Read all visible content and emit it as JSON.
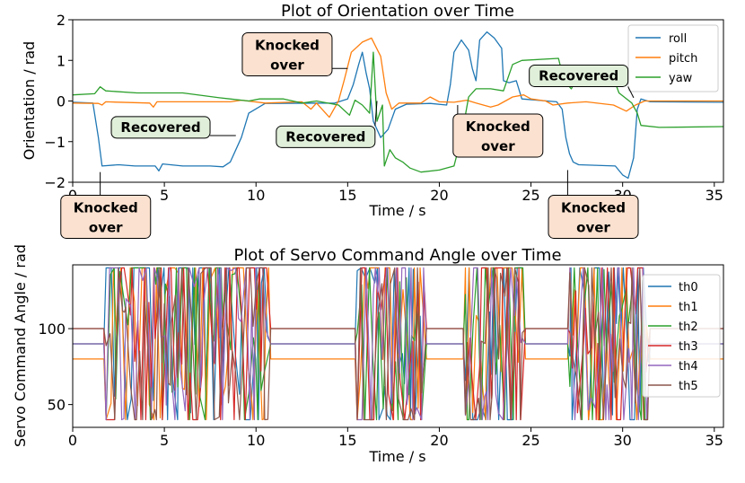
{
  "chart_data": [
    {
      "type": "line",
      "title": "Plot of Orientation over Time",
      "xlabel": "Time / s",
      "ylabel": "Orientation / rad",
      "xlim": [
        0,
        35.5
      ],
      "ylim": [
        -2,
        2
      ],
      "xticks": [
        0,
        5,
        10,
        15,
        20,
        25,
        30,
        35
      ],
      "yticks": [
        -2,
        -1,
        0,
        1,
        2
      ],
      "grid": false,
      "legend": "top-right",
      "series": [
        {
          "name": "roll",
          "color": "#1f77b4",
          "points": [
            [
              0,
              -0.03
            ],
            [
              1.1,
              -0.05
            ],
            [
              1.4,
              -0.9
            ],
            [
              1.6,
              -1.6
            ],
            [
              2.5,
              -1.57
            ],
            [
              3.4,
              -1.6
            ],
            [
              4.5,
              -1.6
            ],
            [
              4.7,
              -1.72
            ],
            [
              4.9,
              -1.55
            ],
            [
              6,
              -1.6
            ],
            [
              7.5,
              -1.6
            ],
            [
              8.2,
              -1.62
            ],
            [
              8.6,
              -1.5
            ],
            [
              9.2,
              -0.9
            ],
            [
              9.6,
              -0.3
            ],
            [
              10.5,
              -0.06
            ],
            [
              14.3,
              -0.05
            ],
            [
              15.0,
              0.05
            ],
            [
              15.3,
              0.4
            ],
            [
              15.6,
              0.9
            ],
            [
              15.8,
              1.2
            ],
            [
              16.0,
              0.7
            ],
            [
              16.2,
              0.3
            ],
            [
              16.4,
              -0.5
            ],
            [
              16.8,
              -0.9
            ],
            [
              17.2,
              -0.7
            ],
            [
              17.6,
              -0.2
            ],
            [
              18.2,
              -0.08
            ],
            [
              19.5,
              -0.06
            ],
            [
              20.4,
              -0.1
            ],
            [
              20.6,
              0.4
            ],
            [
              20.8,
              1.2
            ],
            [
              21.2,
              1.5
            ],
            [
              21.6,
              1.25
            ],
            [
              21.8,
              0.8
            ],
            [
              22,
              0.5
            ],
            [
              22.2,
              1.5
            ],
            [
              22.6,
              1.7
            ],
            [
              23.0,
              1.55
            ],
            [
              23.4,
              1.3
            ],
            [
              23.5,
              0.5
            ],
            [
              23.8,
              0.45
            ],
            [
              24.2,
              0.5
            ],
            [
              24.5,
              0.05
            ],
            [
              26.4,
              -0.02
            ],
            [
              26.7,
              -0.2
            ],
            [
              26.9,
              -0.9
            ],
            [
              27.1,
              -1.3
            ],
            [
              27.3,
              -1.5
            ],
            [
              27.6,
              -1.57
            ],
            [
              29.6,
              -1.6
            ],
            [
              30.0,
              -1.82
            ],
            [
              30.3,
              -1.9
            ],
            [
              30.6,
              -1.4
            ],
            [
              30.8,
              -0.2
            ],
            [
              31.0,
              0.05
            ],
            [
              31.5,
              -0.02
            ],
            [
              35.5,
              -0.03
            ]
          ]
        },
        {
          "name": "pitch",
          "color": "#ff7f0e",
          "points": [
            [
              0,
              -0.05
            ],
            [
              1.4,
              -0.06
            ],
            [
              1.6,
              -0.1
            ],
            [
              1.8,
              -0.02
            ],
            [
              4.2,
              -0.05
            ],
            [
              4.4,
              -0.15
            ],
            [
              4.6,
              -0.02
            ],
            [
              8.6,
              -0.02
            ],
            [
              9.2,
              0.02
            ],
            [
              10.5,
              -0.05
            ],
            [
              12.5,
              -0.02
            ],
            [
              13.0,
              -0.2
            ],
            [
              13.3,
              -0.05
            ],
            [
              14.0,
              -0.4
            ],
            [
              14.5,
              0.0
            ],
            [
              14.8,
              0.5
            ],
            [
              15.2,
              1.2
            ],
            [
              15.8,
              1.45
            ],
            [
              16.3,
              1.55
            ],
            [
              16.8,
              1.1
            ],
            [
              17.1,
              0.2
            ],
            [
              17.4,
              -0.2
            ],
            [
              17.8,
              -0.05
            ],
            [
              19,
              -0.05
            ],
            [
              19.5,
              0.1
            ],
            [
              20.0,
              -0.02
            ],
            [
              20.8,
              -0.03
            ],
            [
              21.5,
              0.02
            ],
            [
              22.0,
              -0.05
            ],
            [
              22.8,
              -0.15
            ],
            [
              23.2,
              -0.1
            ],
            [
              24.0,
              0.1
            ],
            [
              24.6,
              0.15
            ],
            [
              25.0,
              0.05
            ],
            [
              25.8,
              0.0
            ],
            [
              26.2,
              -0.1
            ],
            [
              27,
              -0.05
            ],
            [
              28.0,
              -0.02
            ],
            [
              29.5,
              -0.1
            ],
            [
              30.2,
              -0.25
            ],
            [
              30.7,
              -0.1
            ],
            [
              31.2,
              0.0
            ],
            [
              35.5,
              0.0
            ]
          ]
        },
        {
          "name": "yaw",
          "color": "#2ca02c",
          "points": [
            [
              0,
              0.15
            ],
            [
              1.2,
              0.18
            ],
            [
              1.5,
              0.35
            ],
            [
              1.8,
              0.25
            ],
            [
              3.5,
              0.2
            ],
            [
              6.0,
              0.2
            ],
            [
              8.0,
              0.08
            ],
            [
              9.6,
              0.0
            ],
            [
              10.2,
              0.05
            ],
            [
              11.5,
              0.05
            ],
            [
              12.5,
              -0.05
            ],
            [
              13.3,
              0.0
            ],
            [
              14.5,
              -0.1
            ],
            [
              15.1,
              -0.35
            ],
            [
              15.4,
              0.02
            ],
            [
              15.8,
              -0.1
            ],
            [
              16.2,
              -0.3
            ],
            [
              16.4,
              1.2
            ],
            [
              16.6,
              -0.5
            ],
            [
              16.9,
              -0.1
            ],
            [
              17.0,
              -1.6
            ],
            [
              17.3,
              -1.2
            ],
            [
              17.6,
              -1.4
            ],
            [
              18.0,
              -1.5
            ],
            [
              18.4,
              -1.65
            ],
            [
              19.0,
              -1.75
            ],
            [
              20.0,
              -1.7
            ],
            [
              20.8,
              -1.6
            ],
            [
              21.2,
              -0.9
            ],
            [
              21.6,
              0.1
            ],
            [
              22.0,
              0.3
            ],
            [
              22.8,
              0.3
            ],
            [
              23.5,
              0.25
            ],
            [
              24.0,
              0.9
            ],
            [
              24.5,
              1.0
            ],
            [
              26.5,
              1.05
            ],
            [
              26.8,
              0.5
            ],
            [
              27.2,
              0.3
            ],
            [
              27.5,
              0.55
            ],
            [
              28.0,
              0.6
            ],
            [
              29.5,
              0.57
            ],
            [
              29.8,
              0.2
            ],
            [
              30.5,
              -0.05
            ],
            [
              30.8,
              -0.3
            ],
            [
              31.0,
              -0.6
            ],
            [
              32.0,
              -0.65
            ],
            [
              35.5,
              -0.63
            ]
          ]
        }
      ],
      "annotations": [
        {
          "text": "Knocked over",
          "lines": [
            "Knocked",
            "over"
          ],
          "style": "peach",
          "point": [
            1.5,
            -1.75
          ],
          "box": [
            1.8,
            -2.85
          ]
        },
        {
          "text": "Recovered",
          "lines": [
            "Recovered"
          ],
          "style": "green",
          "point": [
            8.9,
            -0.85
          ],
          "box": [
            4.8,
            -0.65
          ]
        },
        {
          "text": "Knocked over",
          "lines": [
            "Knocked",
            "over"
          ],
          "style": "peach",
          "point": [
            15.0,
            0.8
          ],
          "box": [
            11.7,
            1.15
          ]
        },
        {
          "text": "Recovered",
          "lines": [
            "Recovered"
          ],
          "style": "green",
          "point": [
            16.6,
            0.0
          ],
          "box": [
            13.8,
            -0.88
          ]
        },
        {
          "text": "Knocked over",
          "lines": [
            "Knocked",
            "over"
          ],
          "style": "peach",
          "point": [
            21.0,
            -0.1
          ],
          "box": [
            23.2,
            -0.85
          ]
        },
        {
          "text": "Recovered",
          "lines": [
            "Recovered"
          ],
          "style": "green",
          "point": [
            30.6,
            0.08
          ],
          "box": [
            27.6,
            0.62
          ]
        },
        {
          "text": "Knocked over",
          "lines": [
            "Knocked",
            "over"
          ],
          "style": "peach",
          "point": [
            27.0,
            -1.7
          ],
          "box": [
            28.4,
            -2.85
          ]
        }
      ]
    },
    {
      "type": "line",
      "title": "Plot of Servo Command Angle over Time",
      "xlabel": "Time / s",
      "ylabel": "Servo Command Angle / rad",
      "xlim": [
        0,
        35.5
      ],
      "ylim": [
        35,
        142
      ],
      "xticks": [
        0,
        5,
        10,
        15,
        20,
        25,
        30,
        35
      ],
      "yticks": [
        50,
        100
      ],
      "grid": false,
      "legend": "right",
      "lo": 40,
      "hi": 140,
      "series": [
        {
          "name": "th0",
          "color": "#1f77b4",
          "rest": 90
        },
        {
          "name": "th1",
          "color": "#ff7f0e",
          "rest": 80
        },
        {
          "name": "th2",
          "color": "#2ca02c",
          "rest": 90
        },
        {
          "name": "th3",
          "color": "#d62728",
          "rest": 100
        },
        {
          "name": "th4",
          "color": "#9467bd",
          "rest": 90
        },
        {
          "name": "th5",
          "color": "#8c564b",
          "rest": 100
        }
      ],
      "active_intervals": [
        [
          1.7,
          10.8
        ],
        [
          15.4,
          19.3
        ],
        [
          21.3,
          24.7
        ],
        [
          27.0,
          31.5
        ]
      ]
    }
  ]
}
